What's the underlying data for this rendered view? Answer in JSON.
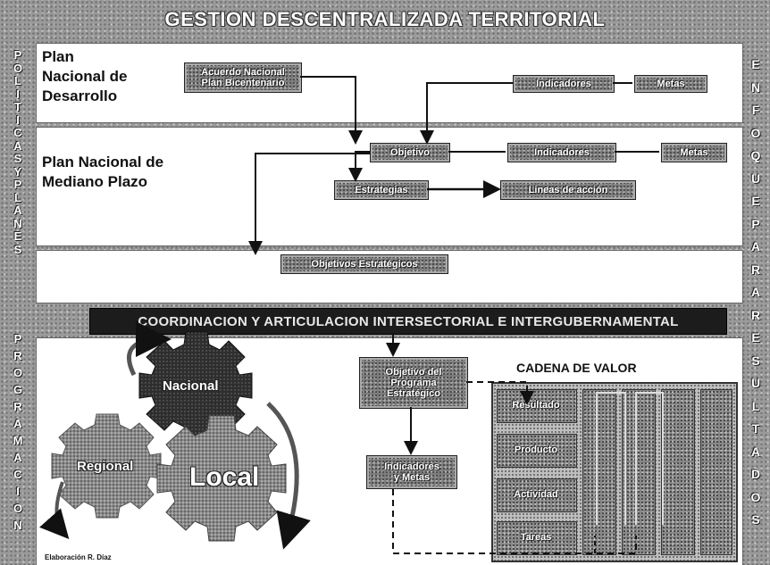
{
  "title": "GESTION DESCENTRALIZADA TERRITORIAL",
  "left_side": {
    "top": [
      "P",
      "O",
      "L",
      "I",
      "T",
      "I",
      "C",
      "A",
      "S",
      "Y",
      "P",
      "L",
      "A",
      "N",
      "E",
      "S"
    ],
    "bottom": [
      "P",
      "R",
      "O",
      "G",
      "R",
      "A",
      "M",
      "A",
      "C",
      "I",
      "O",
      "N"
    ]
  },
  "right_side": [
    "E",
    "N",
    "F",
    "O",
    "Q",
    "U",
    "E",
    "P",
    "A",
    "R",
    "A",
    "R",
    "E",
    "S",
    "U",
    "L",
    "T",
    "A",
    "D",
    "O",
    "S"
  ],
  "section1": {
    "label_lines": [
      "Plan",
      "Nacional de",
      "Desarrollo"
    ],
    "box_acuerdo_line1": "Acuerdo Nacional",
    "box_acuerdo_line2": "Plan Bicentenario",
    "box_indicadores": "Indicadores",
    "box_metas": "Metas"
  },
  "section2": {
    "label_lines": [
      "Plan Nacional de",
      "Mediano Plazo"
    ],
    "box_objetivo": "Objetivo",
    "box_indicadores": "Indicadores",
    "box_metas": "Metas",
    "box_estrategias": "Estrategias",
    "box_lineas": "Lineas de acción"
  },
  "section3": {
    "box_objetivos_estrategicos": "Objetivos Estratégicos"
  },
  "coordination_banner": "COORDINACION Y ARTICULACION INTERSECTORIAL E INTERGUBERNAMENTAL",
  "section4": {
    "gear_nacional": "Nacional",
    "gear_regional": "Regional",
    "gear_local": "Local",
    "box_objetivo_programa_lines": [
      "Objetivo del",
      "Programa",
      "Estratégico"
    ],
    "box_indicadores_metas_lines": [
      "Indicadores",
      "y Metas"
    ],
    "cadena_title": "CADENA DE VALOR",
    "cadena_rows": [
      "Resultado",
      "Producto",
      "Actividad",
      "Tareas"
    ]
  },
  "credit": "Elaboración R. Díaz",
  "colors": {
    "banner_bg": "#1c1c1c",
    "section_bg": "#ffffff",
    "texture_bg": "#9a9a9a"
  }
}
